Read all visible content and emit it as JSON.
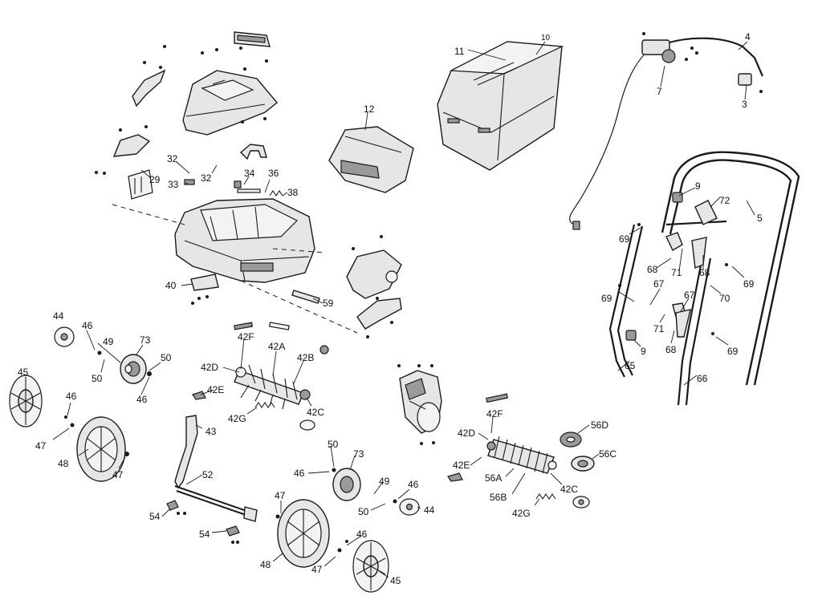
{
  "labels": {
    "p10": "10",
    "p11": "11",
    "p4": "4",
    "p7": "7",
    "p3": "3",
    "p12": "12",
    "p5": "5",
    "p9a": "9",
    "p72": "72",
    "p69a": "69",
    "p68a": "68",
    "p71a": "71",
    "p68b": "68",
    "p69b": "69",
    "p67a": "67",
    "p69c": "69",
    "p70": "70",
    "p67b": "67",
    "p71b": "71",
    "p68c": "68",
    "p9b": "9",
    "p65": "65",
    "p69d": "69",
    "p66": "66",
    "p32a": "32",
    "p29": "29",
    "p32b": "32",
    "p33": "33",
    "p34": "34",
    "p36": "36",
    "p38": "38",
    "p40": "40",
    "p59": "59",
    "p44a": "44",
    "p46a": "46",
    "p49a": "49",
    "p73a": "73",
    "p50a": "50",
    "p50b": "50",
    "p46b": "46",
    "p45a": "45",
    "p46c": "46",
    "p47a": "47",
    "p48a": "48",
    "p47b": "47",
    "p42Fa": "42F",
    "p42Aa": "42A",
    "p42Da": "42D",
    "p42Ba": "42B",
    "p42Ea": "42E",
    "p42Ga": "42G",
    "p42Ca": "42C",
    "p43": "43",
    "p52": "52",
    "p54a": "54",
    "p54b": "54",
    "p47c": "47",
    "p50c": "50",
    "p73b": "73",
    "p46d": "46",
    "p49b": "49",
    "p46e": "46",
    "p50d": "50",
    "p44b": "44",
    "p48b": "48",
    "p46f": "46",
    "p47d": "47",
    "p45b": "45",
    "p42Fb": "42F",
    "p42Db": "42D",
    "p42Eb": "42E",
    "p56A": "56A",
    "p56B": "56B",
    "p42Gb": "42G",
    "p42Cb": "42C",
    "p56D": "56D",
    "p56C": "56C"
  }
}
